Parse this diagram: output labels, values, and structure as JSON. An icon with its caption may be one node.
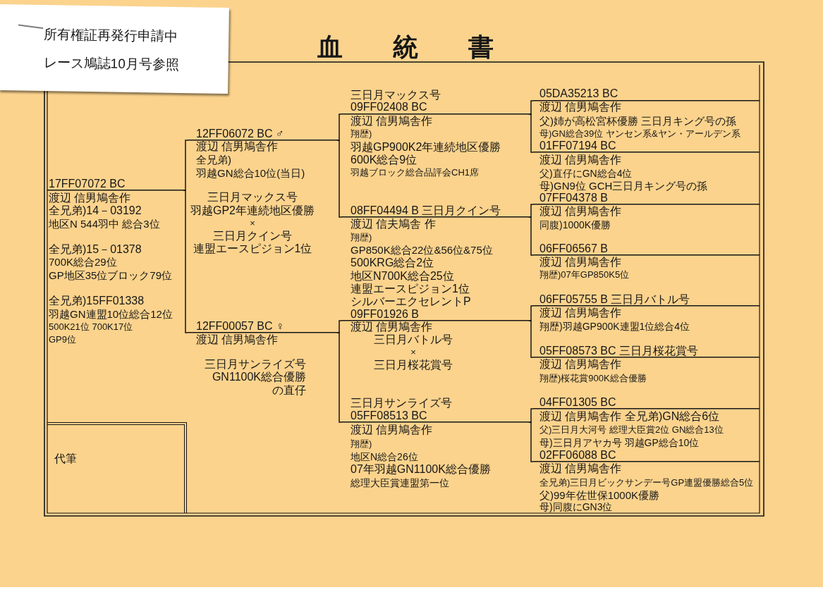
{
  "diagram": {
    "title": "血統書",
    "nodes": [
      {
        "text": [
          "所有権証再発行申請中",
          "レース鳩誌10月号参照"
        ]
      },
      {
        "text": [
          "17FF07072 BC",
          "渡辺 信男鳩舎作",
          "全兄弟)14－03192",
          "地区N 544羽中 総合3位",
          "全兄弟)15－01378",
          "700K総合29位",
          "GP地区35位ブロック79位",
          "全兄弟)15FF01338",
          "羽越GN連盟10位総合12位",
          "500K21位 700K17位",
          "GP9位"
        ]
      },
      {
        "text": [
          "12FF06072 BC ♂",
          "渡辺 信男鳩舎作",
          "全兄弟)",
          "羽越GN総合10位(当日)",
          "三日月マックス号",
          "羽越GP2年連続地区優勝",
          "×",
          "三日月クイン号",
          "連盟エースピジョン1位"
        ]
      },
      {
        "text": [
          "12FF00057 BC ♀",
          "渡辺 信男鳩舎作",
          "三日月サンライズ号GN1100K総合優勝の直仔"
        ]
      },
      {
        "text": [
          "三日月マックス号",
          "09FF02408 BC",
          "渡辺 信男鳩舎作",
          "翔歴)",
          "羽越GP900K2年連続地区優勝",
          "600K総合9位",
          "羽越ブロック総合品評会CH1席"
        ]
      },
      {
        "text": [
          "08FF04494 B 三日月クイン号",
          "渡辺 信夫鳩舎 作",
          "翔歴)",
          "GP850K総合22位&56位&75位",
          "500KRG総合2位",
          "地区N700K総合25位",
          "連盟エースピジョン1位",
          "シルバーエクセレントP"
        ]
      },
      {
        "text": [
          "09FF01926 B",
          "渡辺 信男鳩舎作",
          "三日月バトル号",
          "×",
          "三日月桜花賞号"
        ]
      },
      {
        "text": [
          "三日月サンライズ号",
          "05FF08513 BC",
          "渡辺 信男鳩舎作",
          "翔歴)",
          "地区N総合26位",
          "07年羽越GN1100K総合優勝",
          "総理大臣賞連盟第一位"
        ]
      },
      {
        "text": [
          "05DA35213 BC",
          "渡辺 信男鳩舎作",
          "父)姉が高松宮杯優勝 三日月キング号の孫",
          "母)GN総合39位 ヤンセン系&ヤン・アールデン系"
        ]
      },
      {
        "text": [
          "01FF07194 BC",
          "渡辺 信男鳩舎作",
          "父)直仔にGN総合4位",
          "母)GN9位 GCH三日月キング号の孫"
        ]
      },
      {
        "text": [
          "07FF04378 B",
          "渡辺 信男鳩舎作",
          "同腹)1000K優勝"
        ]
      },
      {
        "text": [
          "06FF06567 B",
          "渡辺 信男鳩舎作",
          "翔歴)07年GP850K5位"
        ]
      },
      {
        "text": [
          "06FF05755 B 三日月バトル号",
          "渡辺 信男鳩舎作",
          "翔歴)羽越GP900K連盟1位総合4位"
        ]
      },
      {
        "text": [
          "05FF08573 BC 三日月桜花賞号",
          "渡辺 信男鳩舎作",
          "翔歴)桜花賞900K総合優勝"
        ]
      },
      {
        "text": [
          "04FF01305 BC",
          "渡辺 信男鳩舎作 全兄弟)GN総合6位",
          "父)三日月大河号 総理大臣賞2位 GN総合13位",
          "母)三日月アヤカ号 羽越GP総合10位"
        ]
      },
      {
        "text": [
          "02FF06088 BC",
          "渡辺 信男鳩舎作",
          "全兄弟)三日月ビックサンデー号GP連盟優勝総合5位",
          "父)99年佐世保1000K優勝",
          "母)同腹にGN3位"
        ]
      },
      {
        "text": [
          "代筆"
        ]
      }
    ],
    "edges": [
      {
        "from": 1,
        "to": 2,
        "arrow": "none"
      },
      {
        "from": 1,
        "to": 3,
        "arrow": "none"
      },
      {
        "from": 2,
        "to": 4,
        "arrow": "none"
      },
      {
        "from": 2,
        "to": 5,
        "arrow": "none"
      },
      {
        "from": 3,
        "to": 6,
        "arrow": "none"
      },
      {
        "from": 3,
        "to": 7,
        "arrow": "none"
      },
      {
        "from": 4,
        "to": 8,
        "arrow": "none"
      },
      {
        "from": 4,
        "to": 9,
        "arrow": "none"
      },
      {
        "from": 5,
        "to": 10,
        "arrow": "none"
      },
      {
        "from": 5,
        "to": 11,
        "arrow": "none"
      },
      {
        "from": 6,
        "to": 12,
        "arrow": "none"
      },
      {
        "from": 6,
        "to": 13,
        "arrow": "none"
      },
      {
        "from": 7,
        "to": 14,
        "arrow": "none"
      },
      {
        "from": 7,
        "to": 15,
        "arrow": "none"
      }
    ]
  }
}
